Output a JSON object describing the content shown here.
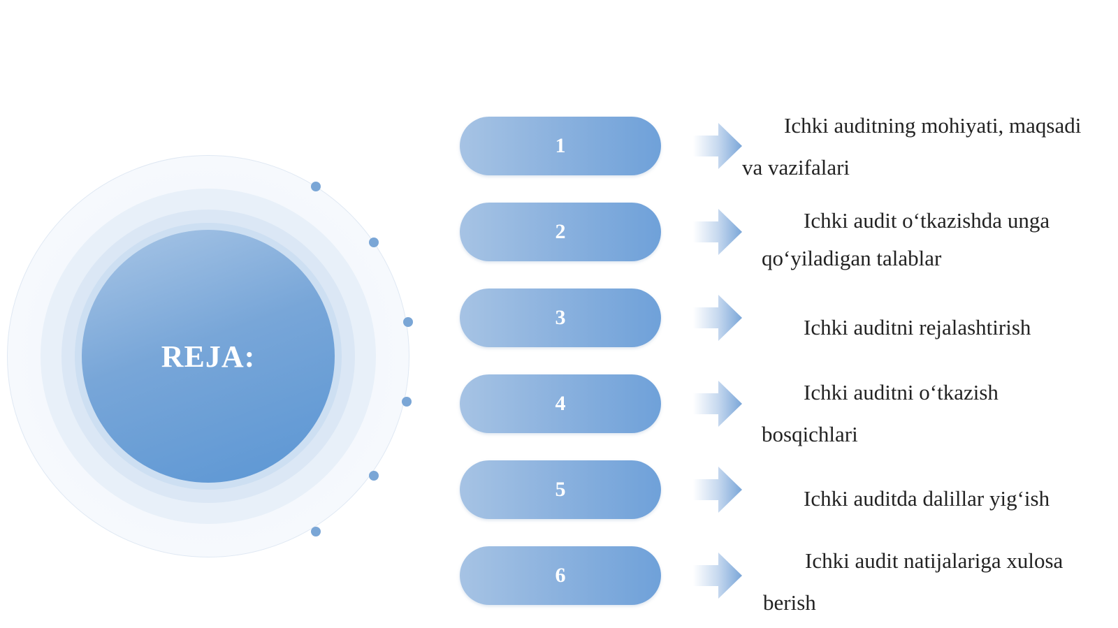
{
  "center": {
    "title": "REJA:"
  },
  "colors": {
    "pill_start": "#a6c3e4",
    "pill_end": "#6fa1d9",
    "core": "#5b96d4",
    "dot": "#7aa6d6",
    "text": "#222222"
  },
  "items": [
    {
      "number": "1",
      "line1": "Ichki auditning mohiyati, maqsadi",
      "line2": "va vazifalari"
    },
    {
      "number": "2",
      "line1": "Ichki audit o‘tkazishda unga",
      "line2": "qo‘yiladigan talablar"
    },
    {
      "number": "3",
      "line1": "Ichki auditni rejalashtirish",
      "line2": ""
    },
    {
      "number": "4",
      "line1": "Ichki auditni o‘tkazish",
      "line2": "bosqichlari"
    },
    {
      "number": "5",
      "line1": "Ichki auditda dalillar yig‘ish",
      "line2": ""
    },
    {
      "number": "6",
      "line1": "Ichki audit natijalariga xulosa",
      "line2": "berish"
    }
  ]
}
